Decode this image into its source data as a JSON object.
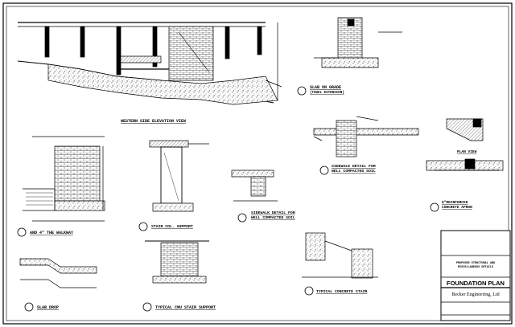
{
  "drawing": {
    "title": "FOUNDATION PLAN",
    "firm": "Becker Engineering, Ltd",
    "colors": {
      "ink": "#000000",
      "paper": "#ffffff"
    }
  },
  "details": {
    "elevation": {
      "title": "WESTERN SIDE ELEVATION VIEW"
    },
    "slab_on_grade": {
      "title": "SLAB ON GRADE",
      "subtitle": "(TOWEL EXTENSION)"
    },
    "sidewalk_compacted": {
      "title": "SIDEWALK DETAIL FOR",
      "subtitle": "WELL COMPACTED SOIL"
    },
    "plan_view": {
      "title": "PLAN VIEW"
    },
    "reinforced_apron": {
      "title": "8\"REINFORCED",
      "subtitle": "CONCRETE APRON"
    },
    "walkway": {
      "title": "AND 4\" THE WALKWAY"
    },
    "stair_col": {
      "title": "STAIR COL. SUPPORT"
    },
    "sidewalk_fill": {
      "title": "SIDEWALK DETAIL FOR",
      "subtitle": "WELL COMPACTED SOIL"
    },
    "slab_drop": {
      "title": "SLAB DROP"
    },
    "cmu_stair": {
      "title": "TYPICAL CMU STAIR SUPPORT"
    },
    "concrete_stair": {
      "title": "TYPICAL CONCRETE STAIR"
    }
  },
  "title_block": {
    "proposed": "PROPOSED STRUCTURAL AND",
    "misc": "MISCELLANEOUS DETAILS"
  }
}
